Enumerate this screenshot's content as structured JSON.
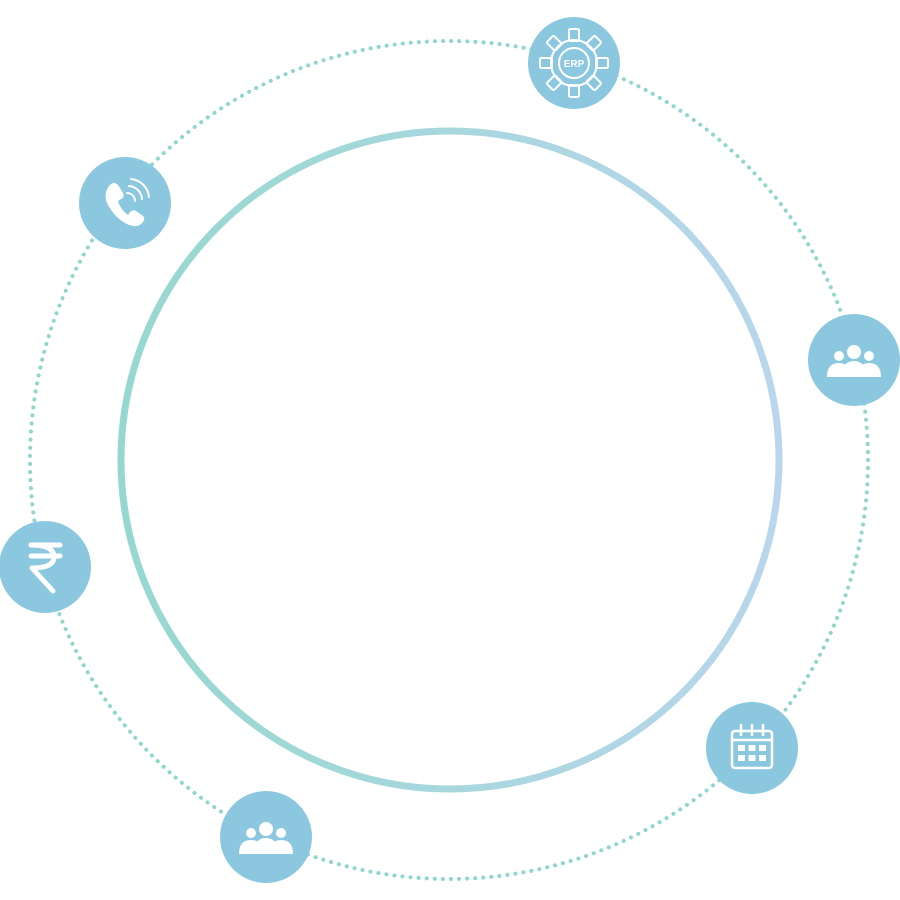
{
  "colors": {
    "node_fill": "#8bc8e0",
    "dotted_ring": "#8fd6cf",
    "inner_ring_start": "#96d8cf",
    "inner_ring_end": "#b9d6ec",
    "icon": "#ffffff"
  },
  "nodes": [
    {
      "name": "erp-gear-node",
      "icon": "erp-gear-icon",
      "label": "ERP"
    },
    {
      "name": "team-node-right",
      "icon": "users-icon"
    },
    {
      "name": "calendar-node",
      "icon": "calendar-icon"
    },
    {
      "name": "team-node-bottom",
      "icon": "users-icon"
    },
    {
      "name": "rupee-node",
      "icon": "rupee-icon"
    },
    {
      "name": "phone-node",
      "icon": "phone-call-icon"
    }
  ]
}
